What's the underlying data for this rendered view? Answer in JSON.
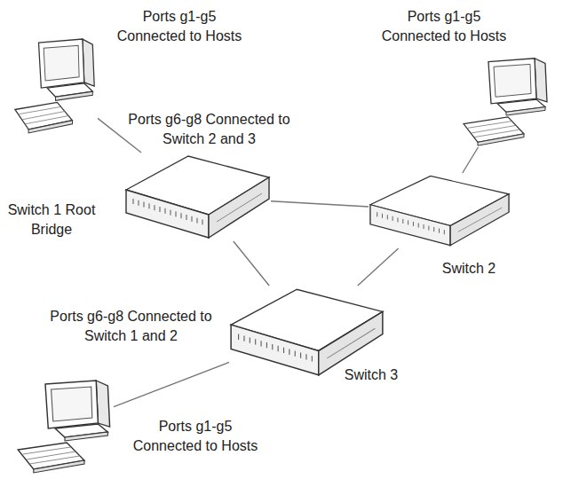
{
  "diagram": {
    "nodes": [
      {
        "text": [
          "Ports g1-g5 Connected to Hosts"
        ]
      },
      {
        "text": [
          "Ports g1-g5 Connected to Hosts"
        ]
      },
      {
        "text": [
          "Switch 1 Root Bridge"
        ]
      },
      {
        "text": [
          "Switch 2"
        ]
      },
      {
        "text": [
          "Switch 3"
        ]
      },
      {
        "text": [
          "Ports g1-g5 Connected to Hosts"
        ]
      }
    ],
    "edges": [
      {
        "from": 0,
        "to": 2,
        "arrow": "none"
      },
      {
        "from": 1,
        "to": 3,
        "arrow": "none"
      },
      {
        "from": 2,
        "to": 3,
        "arrow": "none"
      },
      {
        "from": 2,
        "to": 4,
        "arrow": "none"
      },
      {
        "from": 3,
        "to": 4,
        "arrow": "none"
      },
      {
        "from": 4,
        "to": 5,
        "arrow": "none"
      }
    ],
    "labels": [
      "Ports g6-g8 Connected to Switch 2 and 3",
      "Ports g6-g8 Connected to Switch 1 and 2"
    ]
  }
}
